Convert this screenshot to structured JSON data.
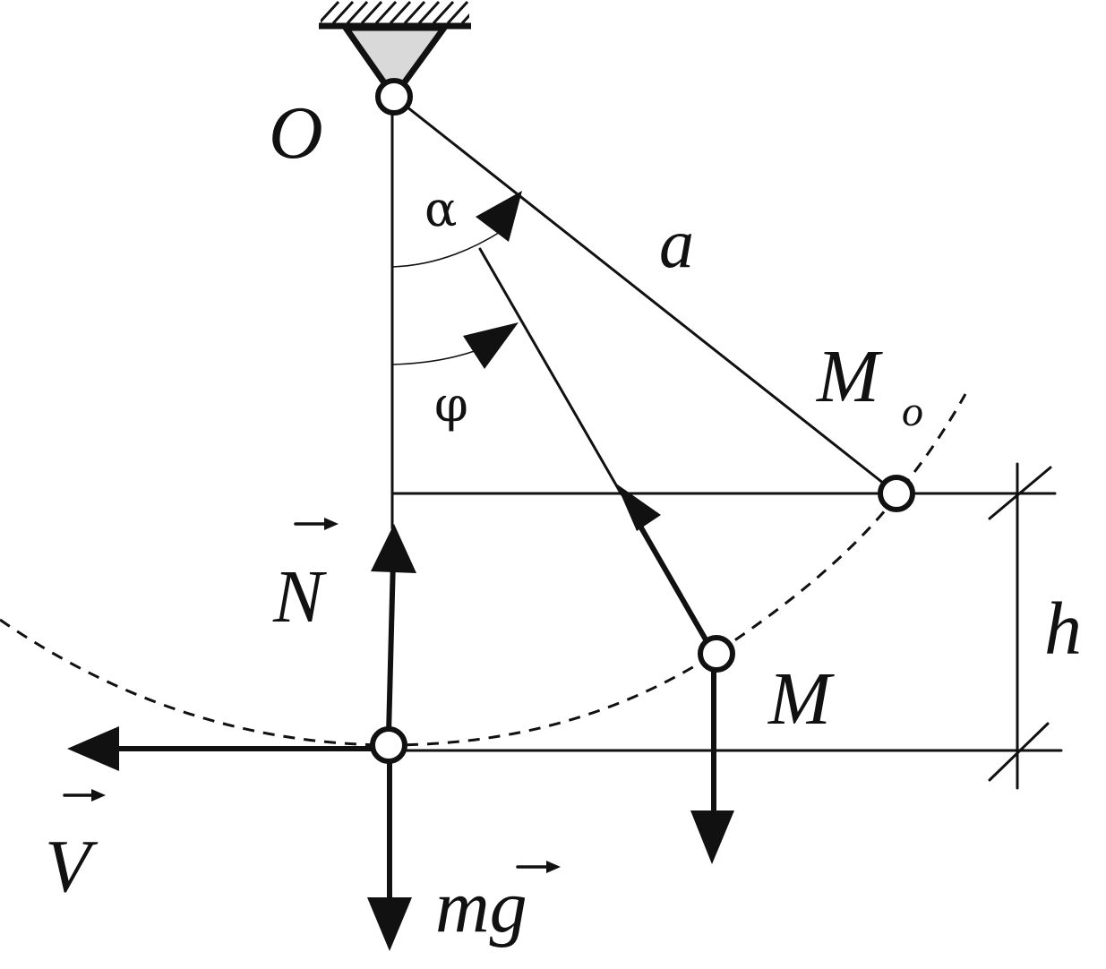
{
  "labels": {
    "pivot": "O",
    "length": "a",
    "initial_point": "M",
    "initial_point_sub": "o",
    "point": "M",
    "height": "h",
    "alpha": "α",
    "phi": "φ",
    "normal": "N",
    "velocity": "V",
    "gravity": "mg"
  },
  "colors": {
    "ink": "#111111",
    "support_fill": "#d9d9d9",
    "background": "#ffffff"
  },
  "icons": {
    "vector_marker": "right-arrow-glyph"
  }
}
